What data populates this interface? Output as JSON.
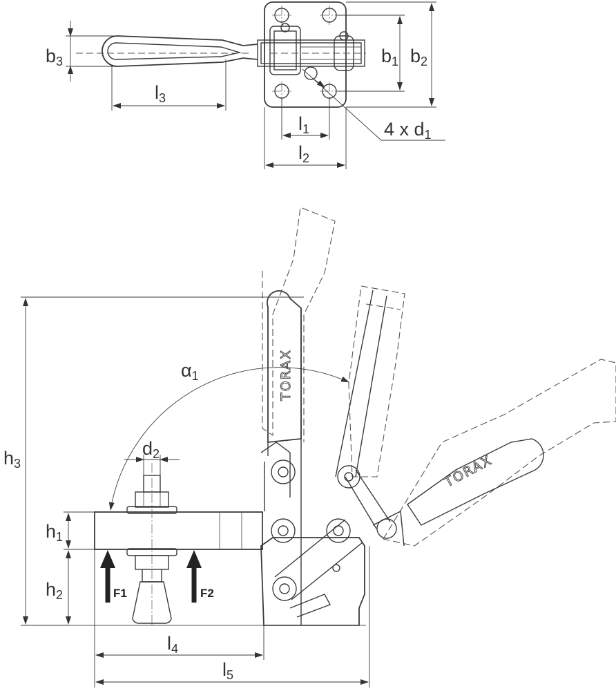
{
  "labels": {
    "b3": {
      "main": "b",
      "sub": "3"
    },
    "l3": {
      "main": "l",
      "sub": "3"
    },
    "b1": {
      "main": "b",
      "sub": "1"
    },
    "b2": {
      "main": "b",
      "sub": "2"
    },
    "l1": {
      "main": "l",
      "sub": "1"
    },
    "l2": {
      "main": "l",
      "sub": "2"
    },
    "d1": {
      "main": "4 x d",
      "sub": "1"
    },
    "a1": {
      "main": "α",
      "sub": "1"
    },
    "d2": {
      "main": "d",
      "sub": "2"
    },
    "h3": {
      "main": "h",
      "sub": "3"
    },
    "h1": {
      "main": "h",
      "sub": "1"
    },
    "h2": {
      "main": "h",
      "sub": "2"
    },
    "l4": {
      "main": "l",
      "sub": "4"
    },
    "l5": {
      "main": "l",
      "sub": "5"
    }
  },
  "forces": {
    "f1": "F1",
    "f2": "F2"
  },
  "brand": "TORAX"
}
